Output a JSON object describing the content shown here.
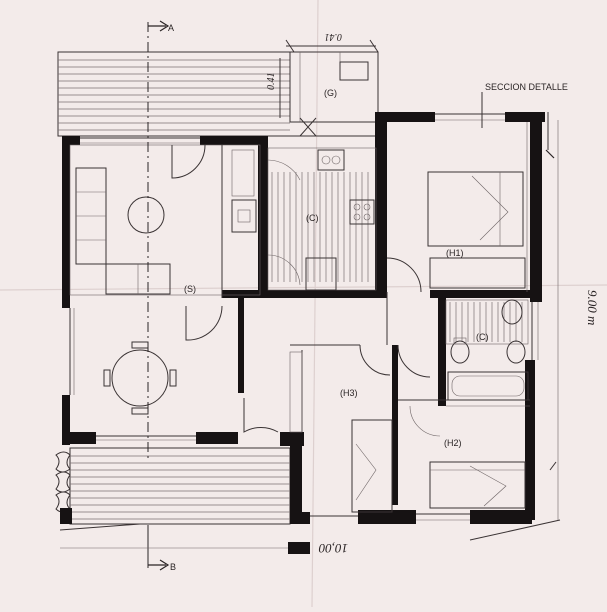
{
  "plan": {
    "cut_start": "A",
    "cut_end": "B",
    "detail_note": "SECCION DETALLE",
    "dim_top": "0.41",
    "dim_side": "0.41",
    "dim_width": "10,00",
    "dim_height": "9.00 m"
  },
  "rooms": {
    "terrace_top": "(G)",
    "living": "(S)",
    "kitchen": "(C)",
    "bath": "(C)",
    "bed1": "(H1)",
    "bed2": "(H2)",
    "bed3": "(H3)"
  },
  "colors": {
    "paper": "#f3ebea",
    "ink": "#161213",
    "pencil": "#3a3334"
  }
}
